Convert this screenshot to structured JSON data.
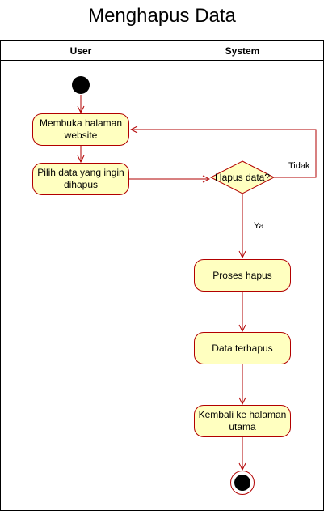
{
  "title": "Menghapus Data",
  "lanes": {
    "user": "User",
    "system": "System"
  },
  "nodes": {
    "open_website": "Membuka halaman website",
    "select_data": "Pilih data yang ingin dihapus",
    "decision": "Hapus data?",
    "process_delete": "Proses hapus",
    "deleted": "Data terhapus",
    "back_home": "Kembali ke halaman utama"
  },
  "edges": {
    "no": "Tidak",
    "yes": "Ya"
  },
  "colors": {
    "stroke": "#b20000",
    "fill": "#ffffc0",
    "line": "#000000"
  }
}
